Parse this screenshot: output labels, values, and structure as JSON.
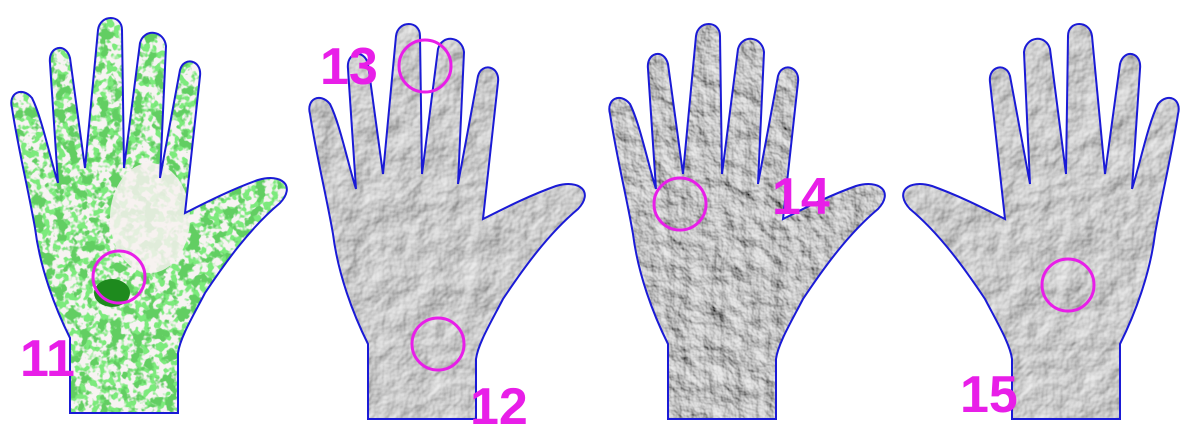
{
  "colors": {
    "outline": "#1a1ad6",
    "marker": "#e81ee8",
    "green_dark": "#1e9a1e",
    "green_mid": "#2fcf2f",
    "green_light": "#8fe08f",
    "relief_base": "#b4b4b4",
    "background": "#ffffff"
  },
  "panels": [
    {
      "id": "hand-1",
      "style": "green-cover",
      "label": "11"
    },
    {
      "id": "hand-2",
      "style": "relief-left",
      "labels": [
        "13",
        "12"
      ]
    },
    {
      "id": "hand-3",
      "style": "relief-left",
      "label": "14"
    },
    {
      "id": "hand-4",
      "style": "relief-right",
      "label": "15"
    }
  ]
}
